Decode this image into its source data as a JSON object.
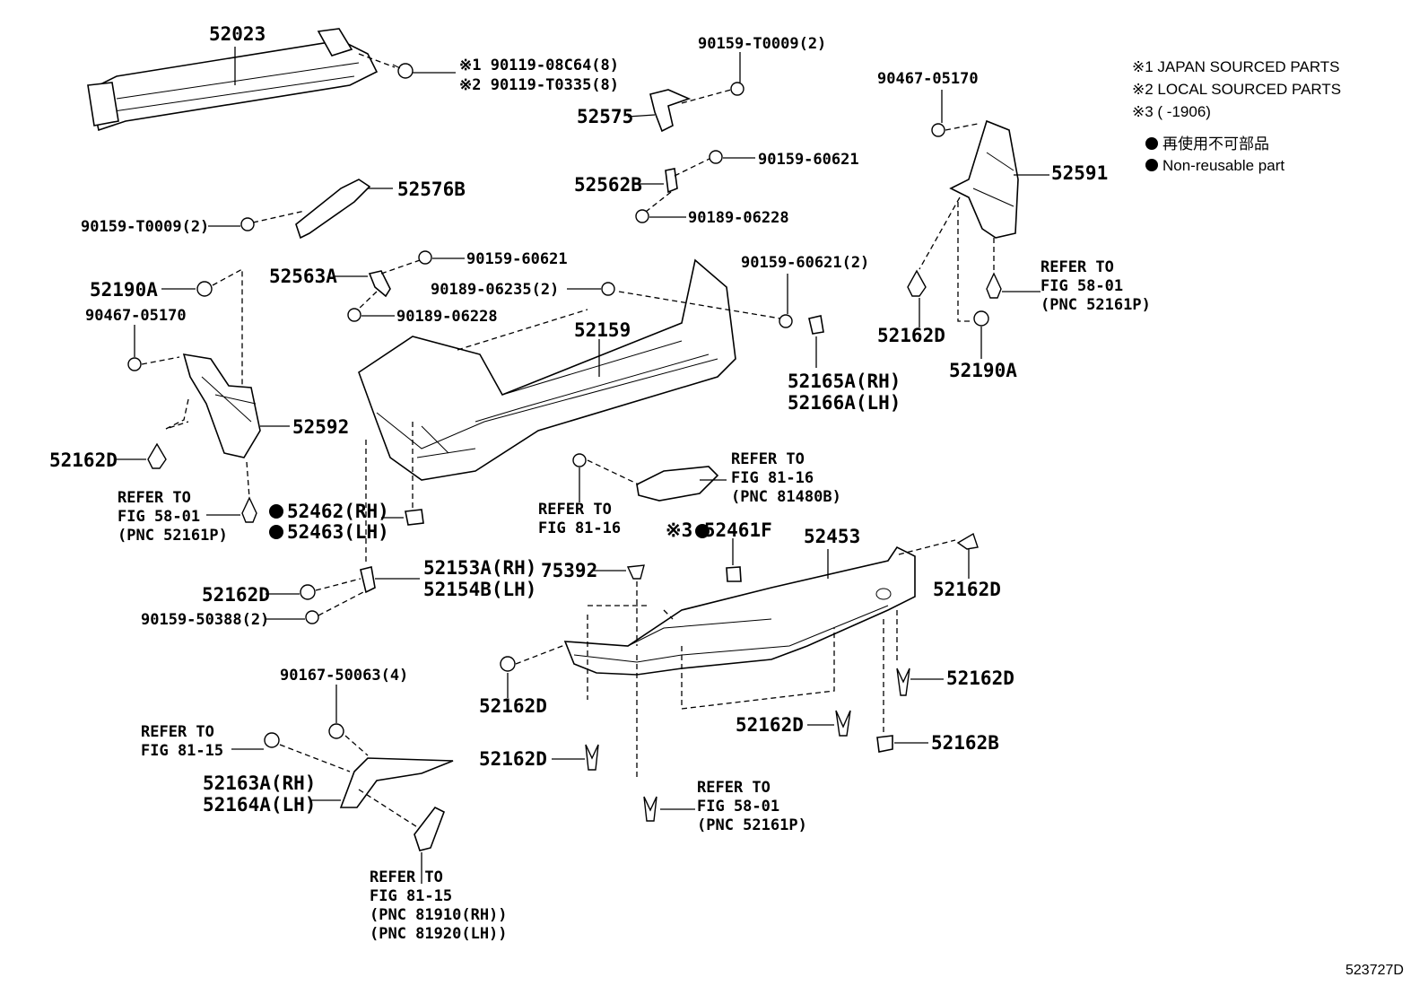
{
  "legend": {
    "note1": "※1  JAPAN SOURCED PARTS",
    "note2": "※2  LOCAL SOURCED PARTS",
    "note3": "※3 (      -1906)",
    "nonreusable_jp": "再使用不可部品",
    "nonreusable_en": "Non-reusable part"
  },
  "figure_id": "523727D",
  "labels": {
    "p52023": "52023",
    "bolt_j1": "※1 90119-08C64(8)",
    "bolt_j2": "※2 90119-T0335(8)",
    "p90159_T0009_top": "90159-T0009(2)",
    "p52575": "52575",
    "p52562B": "52562B",
    "p90159_60621_a": "90159-60621",
    "p90189_06228_a": "90189-06228",
    "p52576B": "52576B",
    "p90159_T0009_left": "90159-T0009(2)",
    "p52563A": "52563A",
    "p90159_60621_b": "90159-60621",
    "p90189_06235": "90189-06235(2)",
    "p90189_06228_b": "90189-06228",
    "p52190A_left": "52190A",
    "p90467_05170_left": "90467-05170",
    "p52159": "52159",
    "p90159_60621_2": "90159-60621(2)",
    "p52165A": "52165A(RH)",
    "p52166A": "52166A(LH)",
    "p90467_05170_right": "90467-05170",
    "p52591": "52591",
    "p52162D_r1": "52162D",
    "refer58_r1": "REFER TO",
    "refer58_r2": "FIG 58-01",
    "refer58_r3": "(PNC 52161P)",
    "p52190A_right": "52190A",
    "p52592": "52592",
    "p52162D_l1": "52162D",
    "refer58_l1": "REFER TO",
    "refer58_l2": "FIG 58-01",
    "refer58_l3": "(PNC 52161P)",
    "p52462": "52462(RH)",
    "p52463": "52463(LH)",
    "refer8116a_1": "REFER TO",
    "refer8116a_2": "FIG 81-16",
    "refer8116a_3": "(PNC 81480B)",
    "refer8116b_1": "REFER TO",
    "refer8116b_2": "FIG 81-16",
    "p52461F": "※3   52461F",
    "p52453": "52453",
    "p75392": "75392",
    "p52153A": "52153A(RH)",
    "p52154B": "52154B(LH)",
    "p52162D_l2": "52162D",
    "p90159_50388": "90159-50388(2)",
    "p52162D_r2": "52162D",
    "p52162D_c1": "52162D",
    "p52162D_r3": "52162D",
    "p90167_50063": "90167-50063(4)",
    "refer8115a_1": "REFER TO",
    "refer8115a_2": "FIG 81-15",
    "p52162D_c2": "52162D",
    "p52162D_c3": "52162D",
    "p52162B": "52162B",
    "p52163A": "52163A(RH)",
    "p52164A": "52164A(LH)",
    "refer58_c1": "REFER TO",
    "refer58_c2": "FIG 58-01",
    "refer58_c3": "(PNC 52161P)",
    "refer8115b_1": "REFER TO",
    "refer8115b_2": "FIG 81-15",
    "refer8115b_3": "(PNC 81910(RH))",
    "refer8115b_4": "(PNC 81920(LH))"
  }
}
